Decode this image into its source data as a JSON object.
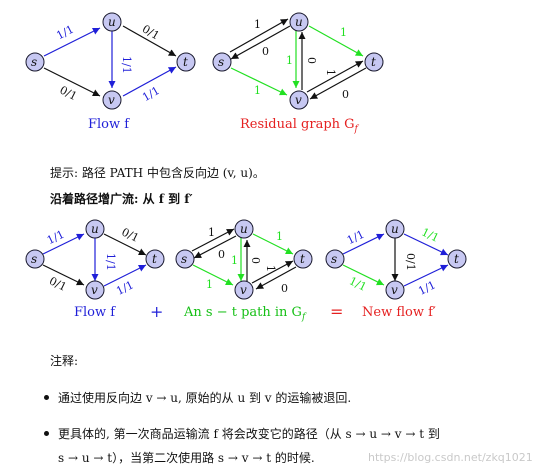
{
  "colors": {
    "flow": "#1f1fd8",
    "residual_new": "#22e022",
    "black": "#111111",
    "caption_red": "#e52020",
    "caption_green": "#16c016",
    "node_fill": "#c7c8f2"
  },
  "nodes": {
    "s": "s",
    "u": "u",
    "v": "v",
    "t": "t"
  },
  "captions": {
    "flow_f": "Flow f",
    "residual": "Residual graph G",
    "residual_sub": "f",
    "flow_f2": "Flow f",
    "path": "An s − t path in G",
    "path_sub": "f",
    "new_flow": "New flow f′"
  },
  "operators": {
    "plus": "+",
    "equals": "="
  },
  "text": {
    "hint": "提示: 路径 PATH 中包含反向边 (v, u)。",
    "augment": "沿着路径增广流: 从 f 到 f′",
    "note": "注释:",
    "bullet1": "通过使用反向边 v → u, 原始的从 u 到 v 的运输被退回.",
    "bullet2_line1": "更具体的, 第一次商品运输流 f 将会改变它的路径（从 s → u → v → t 到",
    "bullet2_line2": "s → u → t），当第二次使用路 s → v → t 的时候."
  },
  "watermark": "https://blog.csdn.net/zkq1021",
  "graphs": {
    "flow1": {
      "su": "1/1",
      "ut": "0/1",
      "uv": "1/1",
      "sv": "0/1",
      "vt": "1/1"
    },
    "residual1": {
      "su_top": "1",
      "us_bottom": "0",
      "uv_left": "1",
      "vu_right": "0",
      "ut": "1",
      "sv": "1",
      "vt_top": "1",
      "tv_bottom": "0"
    },
    "flow2": {
      "su": "1/1",
      "ut": "0/1",
      "uv": "1/1",
      "sv": "0/1",
      "vt": "1/1"
    },
    "residual2": {
      "su_top": "1",
      "us_bottom": "0",
      "uv_left": "1",
      "vu_right": "0",
      "ut": "1",
      "sv": "1",
      "vt_top": "1",
      "tv_bottom": "0"
    },
    "newflow": {
      "su": "1/1",
      "ut": "1/1",
      "uv": "0/1",
      "sv": "1/1",
      "vt": "1/1"
    }
  }
}
